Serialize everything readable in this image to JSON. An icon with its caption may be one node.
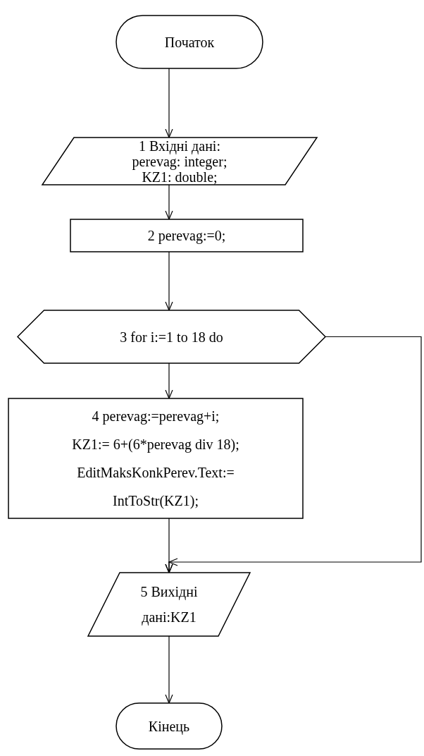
{
  "diagram": {
    "nodes": [
      {
        "text": [
          "Початок"
        ]
      },
      {
        "text": [
          "1 Вхідні дані:",
          "perevag: integer;",
          "KZ1: double;"
        ]
      },
      {
        "text": [
          "2 perevag:=0;"
        ]
      },
      {
        "text": [
          "3 for i:=1 to 18 do"
        ]
      },
      {
        "text": [
          "4 perevag:=perevag+i;",
          "KZ1:= 6+(6*perevag div 18);",
          "EditMaksKonkPerev.Text:= IntToStr(KZ1);"
        ]
      },
      {
        "text": [
          "5 Вихідні дані:KZ1"
        ]
      },
      {
        "text": [
          "Кінець"
        ]
      }
    ],
    "edges": [
      {
        "from": 0,
        "to": 1,
        "arrow": "to"
      },
      {
        "from": 1,
        "to": 2,
        "arrow": "to"
      },
      {
        "from": 2,
        "to": 3,
        "arrow": "to"
      },
      {
        "from": 3,
        "to": 4,
        "arrow": "to"
      },
      {
        "from": 4,
        "to": 5,
        "arrow": "to"
      },
      {
        "from": 3,
        "to": 5,
        "arrow": "to"
      },
      {
        "from": 5,
        "to": 6,
        "arrow": "to"
      }
    ]
  }
}
